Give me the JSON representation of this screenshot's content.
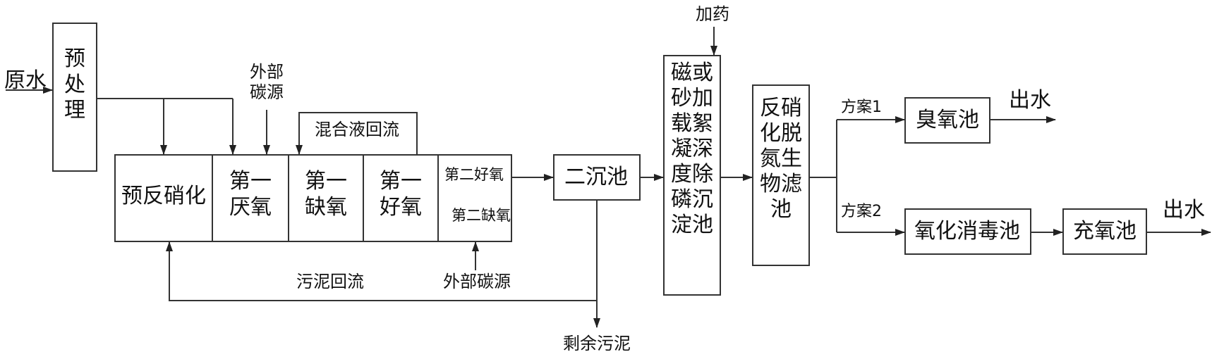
{
  "inputs": {
    "raw_water": "原水"
  },
  "pretreatment": {
    "lines": [
      "预",
      "处",
      "理"
    ]
  },
  "external_carbon_top": {
    "lines": [
      "外部",
      "碳源"
    ]
  },
  "mixed_liquor_return": "混合液回流",
  "bio_tank": {
    "pre_denitrification": "预反硝化",
    "anaerobic_1": [
      "第一",
      "厌氧"
    ],
    "anoxic_1": [
      "第一",
      "缺氧"
    ],
    "aerobic_1": [
      "第一",
      "好氧"
    ],
    "aerobic_2": "第二好氧",
    "anoxic_2": "第二缺氧"
  },
  "sludge_return": "污泥回流",
  "external_carbon_bottom": "外部碳源",
  "secondary_clarifier": "二沉池",
  "excess_sludge": "剩余污泥",
  "dosing": "加药",
  "coagulation": {
    "lines": [
      "磁或",
      "砂加",
      "载絮",
      "凝深",
      "度除",
      "磷沉",
      "淀池"
    ]
  },
  "denitrification_filter": {
    "lines": [
      "反硝",
      "化脱",
      "氮生",
      "物滤",
      "池"
    ]
  },
  "option_1": {
    "label": "方案1",
    "tank": "臭氧池",
    "outlet": "出水"
  },
  "option_2": {
    "label": "方案2",
    "tank_1": "氧化消毒池",
    "tank_2": "充氧池",
    "outlet": "出水"
  }
}
